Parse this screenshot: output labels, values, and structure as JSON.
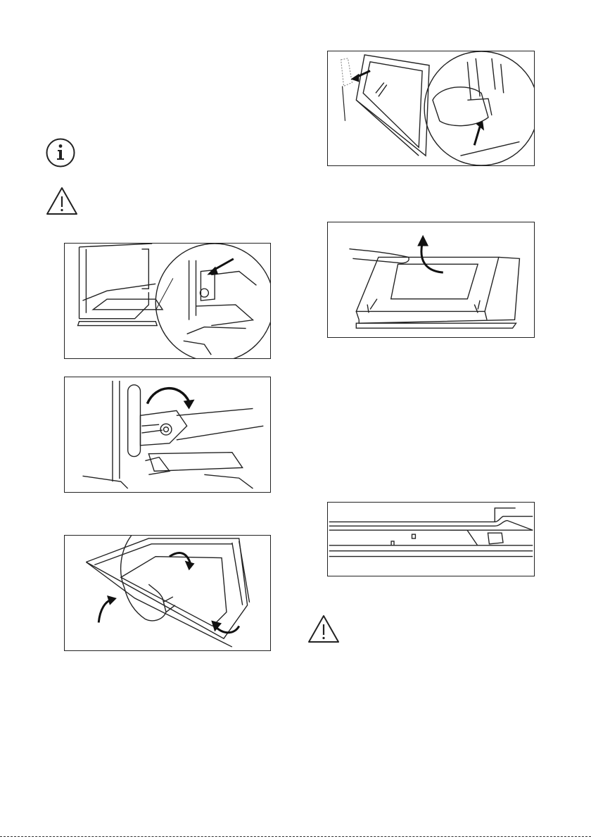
{
  "page": {
    "icons": {
      "info": "info-circle-icon",
      "warning_left": "warning-triangle-icon",
      "warning_right": "warning-triangle-icon"
    },
    "figures": [
      "door-hinge-lever-release-figure",
      "hinge-lever-rotate-figure",
      "door-lift-remove-figure",
      "door-glass-trim-removal-figure",
      "glass-panel-lift-out-figure",
      "glass-panel-seat-detail-figure"
    ]
  }
}
